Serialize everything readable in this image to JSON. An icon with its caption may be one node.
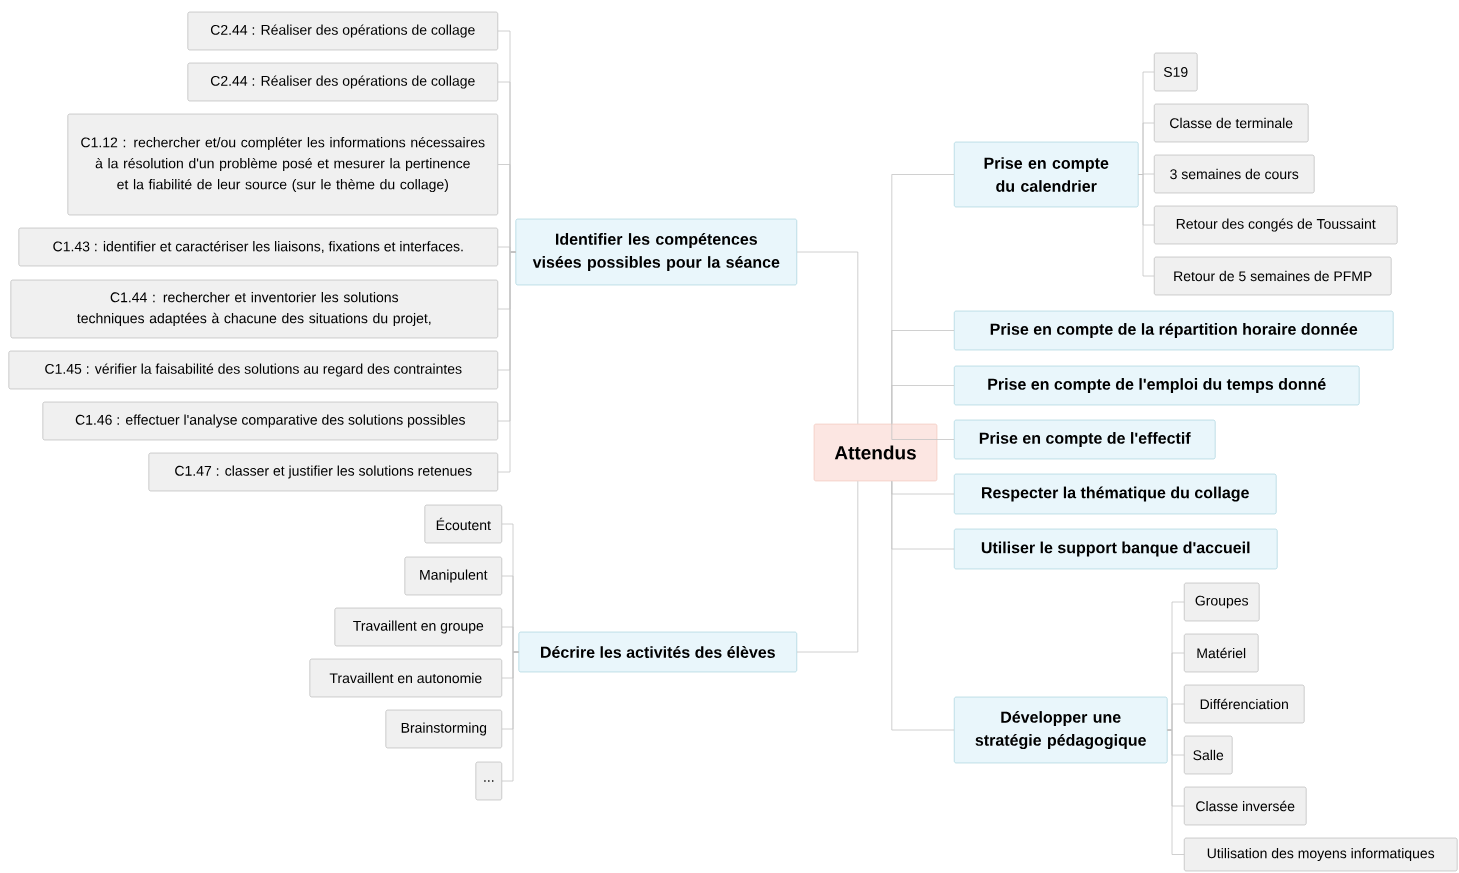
{
  "diagram": {
    "nodes": [
      {
        "text": [
          "Attendus"
        ]
      },
      {
        "text": [
          "Identifier les compétences visées possibles pour la séance"
        ]
      },
      {
        "text": [
          "C2.44 : Réaliser des opérations de collage"
        ]
      },
      {
        "text": [
          "C2.44 : Réaliser des opérations de collage"
        ]
      },
      {
        "text": [
          "C1.12 : rechercher et/ou compléter les informations nécessaires à la résolution d'un problème posé et mesurer la pertinence et la fiabilité de leur source (sur le thème du collage)"
        ]
      },
      {
        "text": [
          "C1.43 : identifier et caractériser les liaisons, fixations et interfaces."
        ]
      },
      {
        "text": [
          "C1.44 : rechercher et inventorier les solutions techniques adaptées à chacune des situations du projet,"
        ]
      },
      {
        "text": [
          "C1.45 : vérifier la faisabilité des solutions au regard des contraintes"
        ]
      },
      {
        "text": [
          "C1.46 : effectuer l'analyse comparative des solutions possibles"
        ]
      },
      {
        "text": [
          "C1.47 : classer et justifier les solutions retenues"
        ]
      },
      {
        "text": [
          "Décrire les activités des élèves"
        ]
      },
      {
        "text": [
          "Écoutent"
        ]
      },
      {
        "text": [
          "Manipulent"
        ]
      },
      {
        "text": [
          "Travaillent en groupe"
        ]
      },
      {
        "text": [
          "Travaillent en autonomie"
        ]
      },
      {
        "text": [
          "Brainstorming"
        ]
      },
      {
        "text": [
          "..."
        ]
      },
      {
        "text": [
          "Prise en compte du calendrier"
        ]
      },
      {
        "text": [
          "S19"
        ]
      },
      {
        "text": [
          "Classe de terminale"
        ]
      },
      {
        "text": [
          "3 semaines de cours"
        ]
      },
      {
        "text": [
          "Retour des congés de Toussaint"
        ]
      },
      {
        "text": [
          "Retour de 5 semaines de PFMP"
        ]
      },
      {
        "text": [
          "Prise en compte de la répartition horaire donnée"
        ]
      },
      {
        "text": [
          "Prise en compte de l'emploi du temps donné"
        ]
      },
      {
        "text": [
          "Prise en compte de l'effectif"
        ]
      },
      {
        "text": [
          "Respecter la thématique du collage"
        ]
      },
      {
        "text": [
          "Utiliser le support banque d'accueil"
        ]
      },
      {
        "text": [
          "Développer une stratégie pédagogique"
        ]
      },
      {
        "text": [
          "Groupes"
        ]
      },
      {
        "text": [
          "Matériel"
        ]
      },
      {
        "text": [
          "Différenciation"
        ]
      },
      {
        "text": [
          "Salle"
        ]
      },
      {
        "text": [
          "Classe inversée"
        ]
      },
      {
        "text": [
          "Utilisation des moyens informatiques"
        ]
      }
    ],
    "edges": [
      {
        "from": 0,
        "to": 1,
        "arrow": "none"
      },
      {
        "from": 0,
        "to": 10,
        "arrow": "none"
      },
      {
        "from": 0,
        "to": 17,
        "arrow": "none"
      },
      {
        "from": 0,
        "to": 23,
        "arrow": "none"
      },
      {
        "from": 0,
        "to": 24,
        "arrow": "none"
      },
      {
        "from": 0,
        "to": 25,
        "arrow": "none"
      },
      {
        "from": 0,
        "to": 26,
        "arrow": "none"
      },
      {
        "from": 0,
        "to": 27,
        "arrow": "none"
      },
      {
        "from": 0,
        "to": 28,
        "arrow": "none"
      },
      {
        "from": 1,
        "to": 2,
        "arrow": "none"
      },
      {
        "from": 1,
        "to": 3,
        "arrow": "none"
      },
      {
        "from": 1,
        "to": 4,
        "arrow": "none"
      },
      {
        "from": 1,
        "to": 5,
        "arrow": "none"
      },
      {
        "from": 1,
        "to": 6,
        "arrow": "none"
      },
      {
        "from": 1,
        "to": 7,
        "arrow": "none"
      },
      {
        "from": 1,
        "to": 8,
        "arrow": "none"
      },
      {
        "from": 1,
        "to": 9,
        "arrow": "none"
      },
      {
        "from": 10,
        "to": 11,
        "arrow": "none"
      },
      {
        "from": 10,
        "to": 12,
        "arrow": "none"
      },
      {
        "from": 10,
        "to": 13,
        "arrow": "none"
      },
      {
        "from": 10,
        "to": 14,
        "arrow": "none"
      },
      {
        "from": 10,
        "to": 15,
        "arrow": "none"
      },
      {
        "from": 10,
        "to": 16,
        "arrow": "none"
      },
      {
        "from": 17,
        "to": 18,
        "arrow": "none"
      },
      {
        "from": 17,
        "to": 19,
        "arrow": "none"
      },
      {
        "from": 17,
        "to": 20,
        "arrow": "none"
      },
      {
        "from": 17,
        "to": 21,
        "arrow": "none"
      },
      {
        "from": 17,
        "to": 22,
        "arrow": "none"
      },
      {
        "from": 28,
        "to": 29,
        "arrow": "none"
      },
      {
        "from": 28,
        "to": 30,
        "arrow": "none"
      },
      {
        "from": 28,
        "to": 31,
        "arrow": "none"
      },
      {
        "from": 28,
        "to": 32,
        "arrow": "none"
      },
      {
        "from": 28,
        "to": 33,
        "arrow": "none"
      },
      {
        "from": 28,
        "to": 34,
        "arrow": "none"
      }
    ]
  }
}
